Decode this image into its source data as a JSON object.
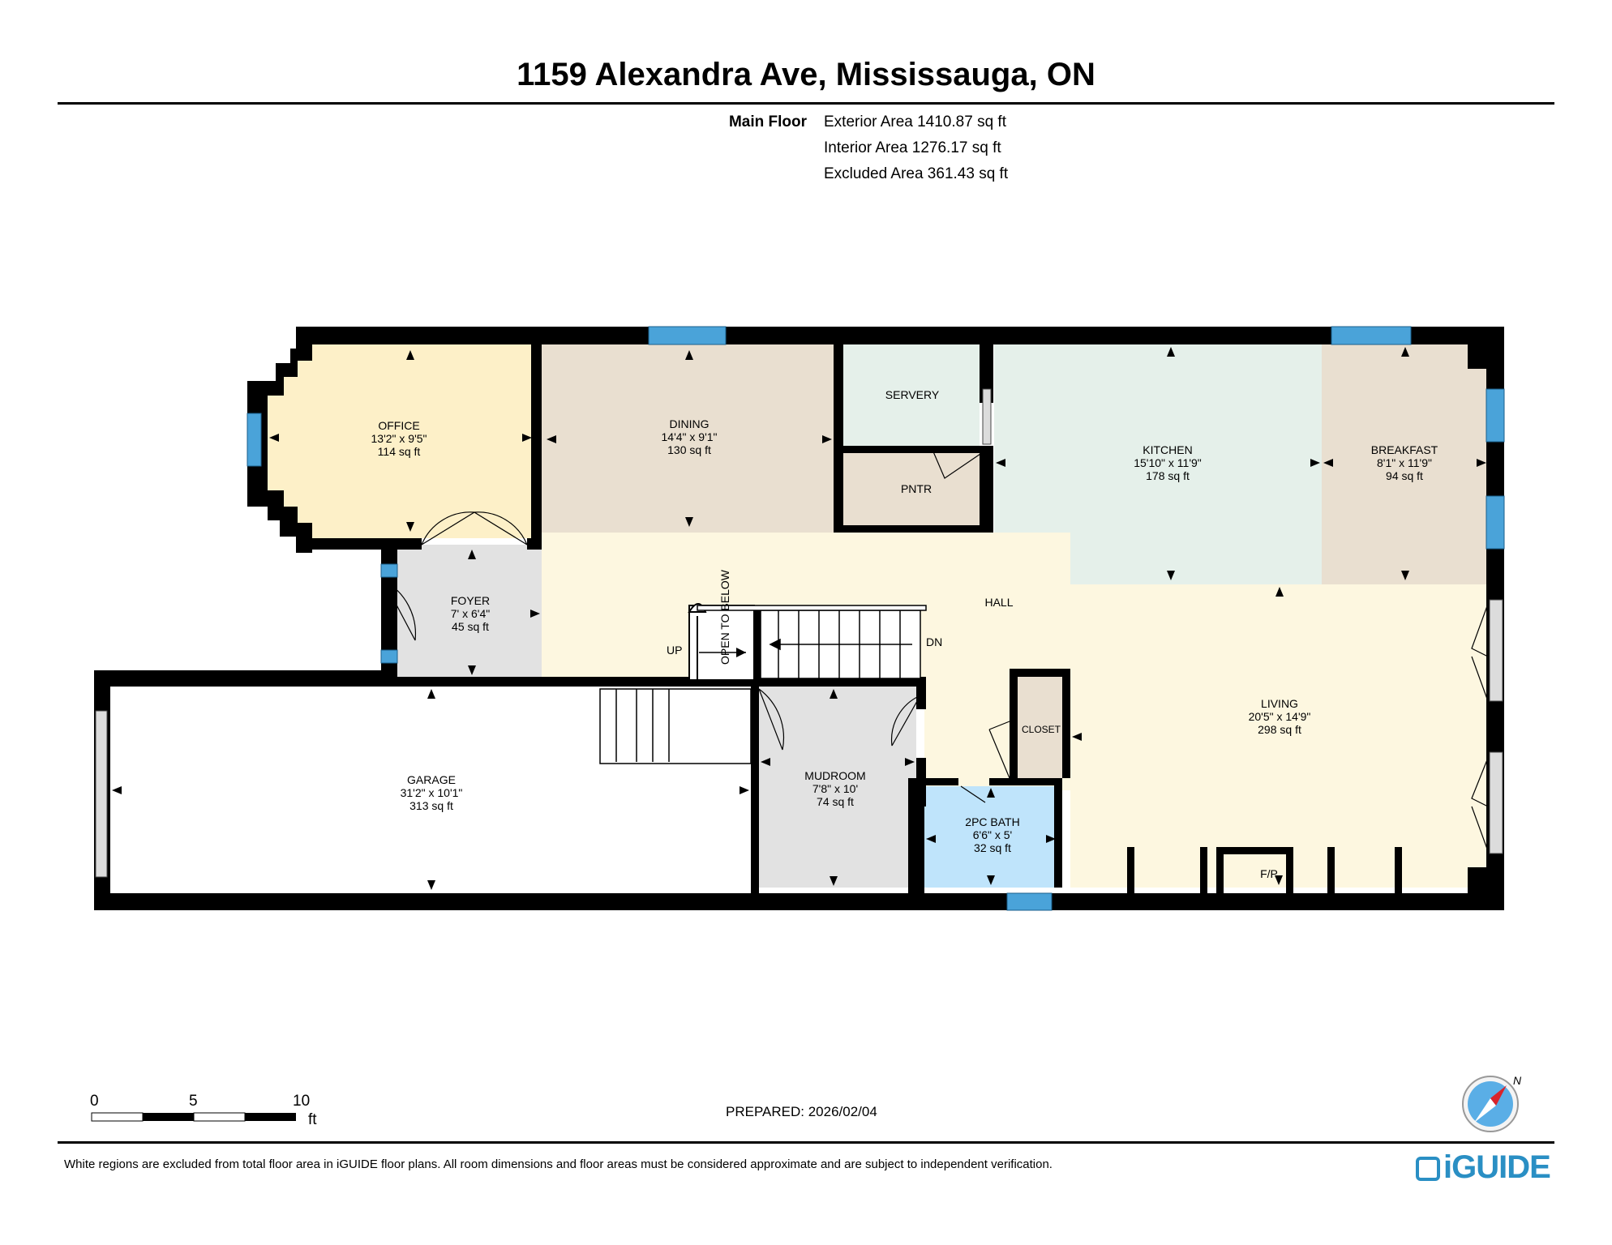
{
  "header": {
    "address": "1159 Alexandra Ave, Mississauga, ON",
    "floor_name": "Main Floor",
    "areas": [
      "Exterior Area 1410.87 sq ft",
      "Interior Area 1276.17 sq ft",
      "Excluded Area 361.43 sq ft"
    ]
  },
  "rooms": {
    "office": {
      "name": "OFFICE",
      "dims": "13'2\" x 9'5\"",
      "area": "114 sq ft"
    },
    "dining": {
      "name": "DINING",
      "dims": "14'4\" x 9'1\"",
      "area": "130 sq ft"
    },
    "kitchen": {
      "name": "KITCHEN",
      "dims": "15'10\" x 11'9\"",
      "area": "178 sq ft"
    },
    "breakfast": {
      "name": "BREAKFAST",
      "dims": "8'1\" x 11'9\"",
      "area": "94 sq ft"
    },
    "foyer": {
      "name": "FOYER",
      "dims": "7' x 6'4\"",
      "area": "45 sq ft"
    },
    "living": {
      "name": "LIVING",
      "dims": "20'5\" x 14'9\"",
      "area": "298 sq ft"
    },
    "garage": {
      "name": "GARAGE",
      "dims": "31'2\" x 10'1\"",
      "area": "313 sq ft"
    },
    "mudroom": {
      "name": "MUDROOM",
      "dims": "7'8\" x 10'",
      "area": "74 sq ft"
    },
    "bath": {
      "name": "2PC BATH",
      "dims": "6'6\" x 5'",
      "area": "32 sq ft"
    },
    "servery": {
      "name": "SERVERY"
    },
    "pantry": {
      "name": "PNTR"
    },
    "hall": {
      "name": "HALL"
    },
    "closet": {
      "name": "CLOSET"
    },
    "fireplace": {
      "name": "F/P"
    }
  },
  "stairs": {
    "up": "UP",
    "down": "DN",
    "open_to_below": "OPEN TO BELOW"
  },
  "scale_bar": {
    "ticks": [
      "0",
      "5",
      "10"
    ],
    "unit": "ft"
  },
  "compass": {
    "north_label": "N",
    "icon": "compass-icon"
  },
  "prepared": "PREPARED: 2026/02/04",
  "footer": {
    "note": "White regions are excluded from total floor area in iGUIDE floor plans. All room dimensions and floor areas must be considered approximate and are subject to independent verification.",
    "logo": "iGUIDE",
    "logo_icon": "iguide-logo-icon"
  },
  "colors": {
    "office": "#fdf0c8",
    "dining": "#e9dfd0",
    "servery": "#e5f0ea",
    "pantry": "#e9dfd0",
    "kitchen": "#e5f0ea",
    "breakfast": "#e9dfd0",
    "foyer": "#e2e2e2",
    "hall": "#fdf7e0",
    "living": "#fdf7e0",
    "closet": "#e9dfd0",
    "mudroom": "#e2e2e2",
    "bath": "#bfe4fb",
    "garage": "#ffffff",
    "window": "#4aa3d9",
    "wall": "#000000"
  }
}
